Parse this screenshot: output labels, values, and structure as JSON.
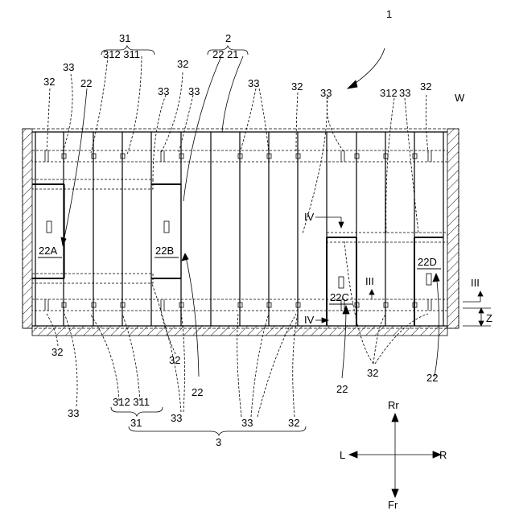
{
  "figure": {
    "assembly_label": "1",
    "wall_label": "W",
    "gap_label": "Z",
    "section_lines": [
      "IV",
      "IV",
      "III",
      "III"
    ],
    "directions": {
      "rear": "Rr",
      "front": "Fr",
      "left": "L",
      "right": "R"
    },
    "panels": [
      "22A",
      "22B",
      "22C",
      "22D"
    ],
    "top_labels": {
      "group31": "31",
      "group31_parts": "312 311",
      "group2": "2",
      "group2_parts": "22 21",
      "label_22": "22",
      "label_32": "32",
      "label_33": "33",
      "label_312": "312"
    },
    "bottom_labels": {
      "group31": "31",
      "group31_parts": "312 311",
      "group3": "3",
      "label_22": "22",
      "label_32": "32",
      "label_33": "33"
    }
  }
}
